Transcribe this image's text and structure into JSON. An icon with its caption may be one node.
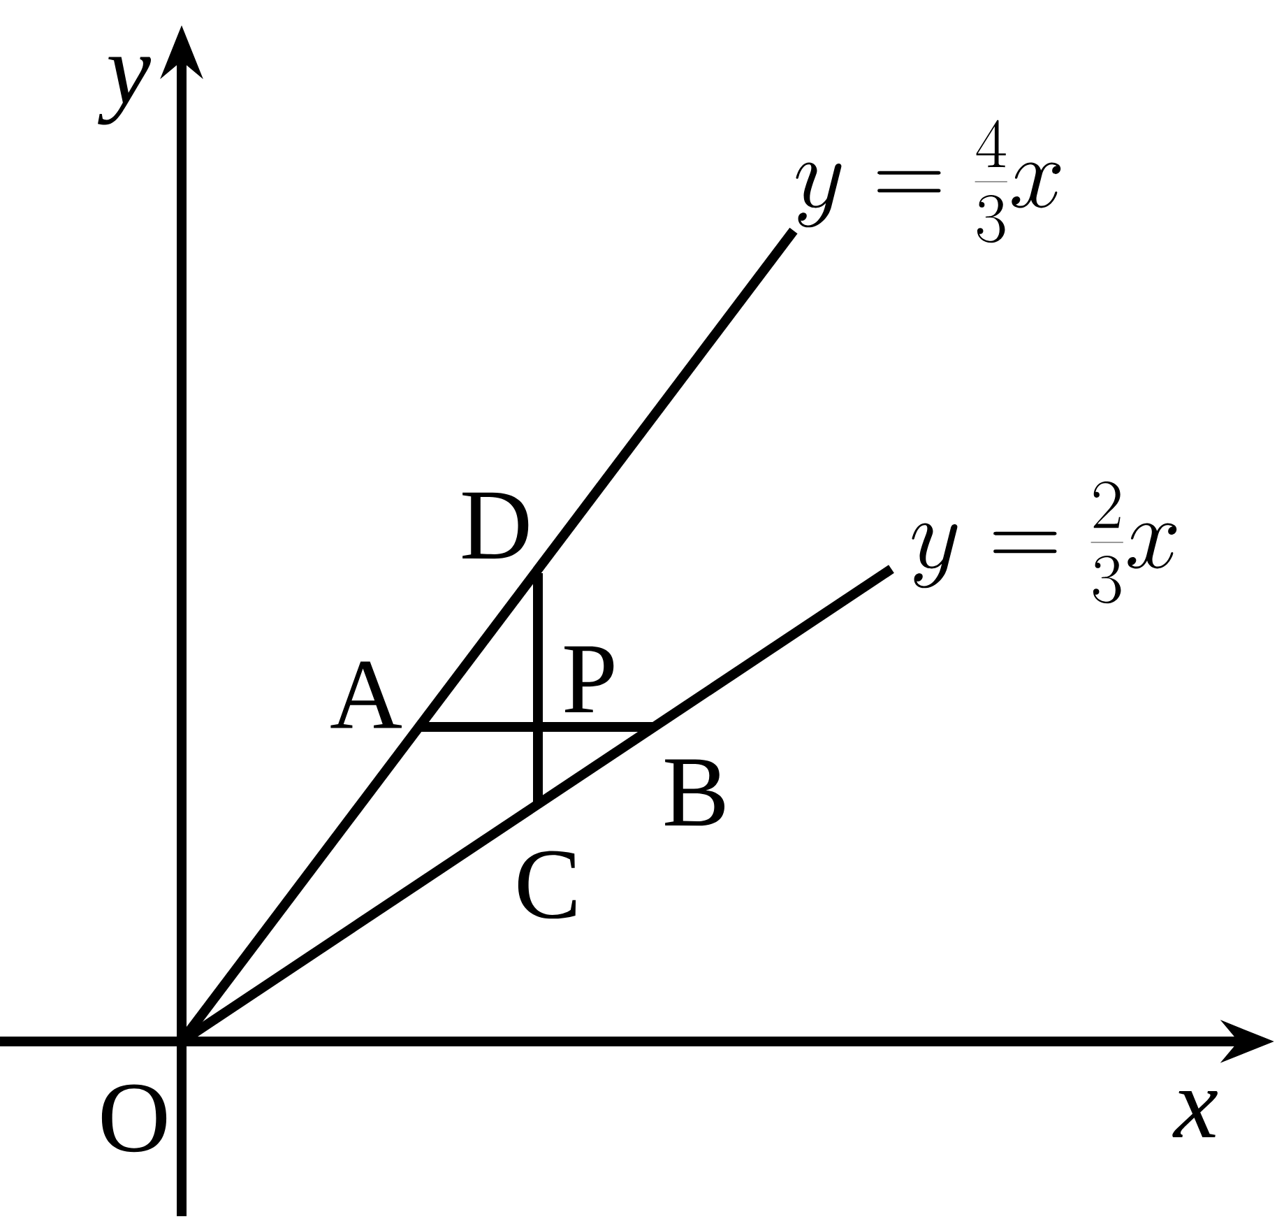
{
  "diagram": {
    "labels": [
      "y",
      "y=\\frac{4}{3}x",
      "D",
      "y=\\frac{2}{3}x",
      "P",
      "A",
      "B",
      "C",
      "O",
      "x"
    ]
  }
}
